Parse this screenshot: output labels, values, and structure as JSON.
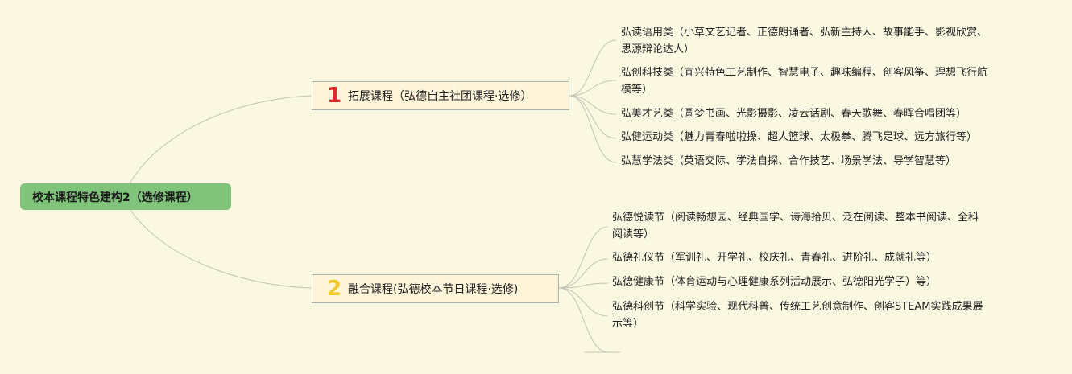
{
  "root": {
    "label": "校本课程特色建构2（选修课程）"
  },
  "branches": [
    {
      "number": "1",
      "label": "拓展课程（弘德自主社团课程·选修）",
      "items": [
        {
          "lines": [
            "弘读语用类（小草文艺记者、正德朗诵者、弘新主持人、故事能手、影视欣赏、",
            "思源辩论达人）"
          ]
        },
        {
          "lines": [
            "弘创科技类（宜兴特色工艺制作、智慧电子、趣味编程、创客风筝、理想飞行航",
            "模等）"
          ]
        },
        {
          "lines": [
            "弘美才艺类（圆梦书画、光影摄影、凌云话剧、春天歌舞、春晖合唱团等）"
          ]
        },
        {
          "lines": [
            "弘健运动类（魅力青春啦啦操、超人篮球、太极拳、腾飞足球、远方旅行等）"
          ]
        },
        {
          "lines": [
            "弘慧学法类（英语交际、学法自探、合作技艺、场景学法、导学智慧等）"
          ]
        }
      ]
    },
    {
      "number": "2",
      "label": "融合课程(弘德校本节日课程·选修)",
      "items": [
        {
          "lines": [
            "弘德悦读节（阅读畅想园、经典国学、诗海拾贝、泛在阅读、整本书阅读、全科",
            "阅读等）"
          ]
        },
        {
          "lines": [
            "弘德礼仪节（军训礼、开学礼、校庆礼、青春礼、进阶礼、成就礼等）"
          ]
        },
        {
          "lines": [
            "弘德健康节（体育运动与心理健康系列活动展示、弘德阳光学子）等）"
          ]
        },
        {
          "lines": [
            "弘德科创节（科学实验、现代科普、传统工艺创意制作、创客STEAM实践成果展",
            "示等）"
          ]
        },
        {
          "lines": []
        }
      ]
    }
  ],
  "colors": {
    "background": "#fbf8e2",
    "root_fill": "#7fc47a",
    "branch_fill": "#fdf4d9",
    "number_1": "#e02a2a",
    "number_2": "#f2c82a",
    "connector": "#bdbdb4"
  }
}
